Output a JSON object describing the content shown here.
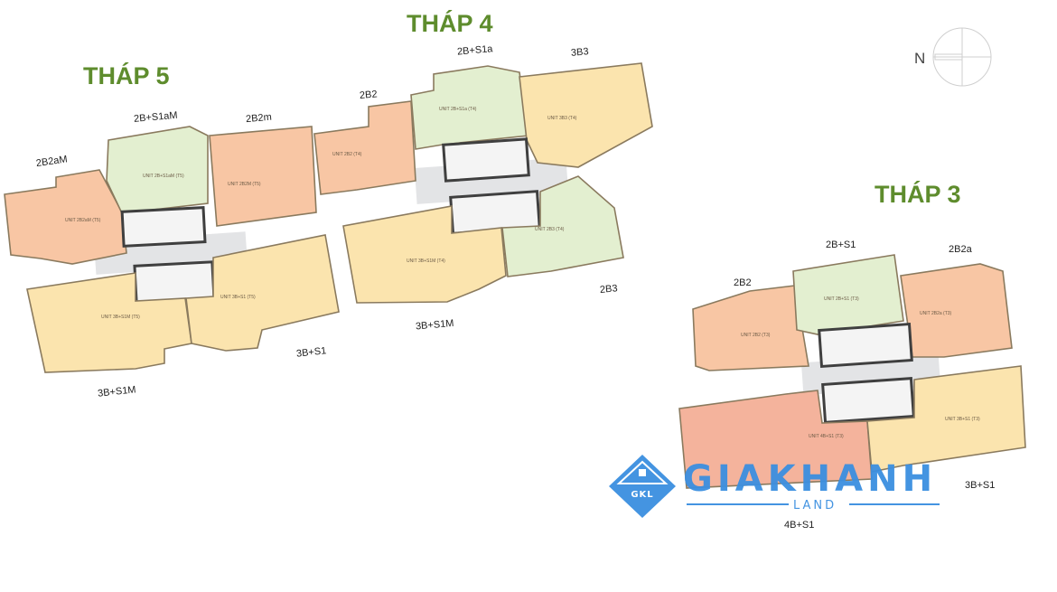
{
  "colors": {
    "title": "#5e8c2d",
    "unit_orange": "#f8c6a4",
    "unit_green": "#e3efd0",
    "unit_yellow": "#fbe4ae",
    "unit_red": "#f4b39c",
    "logo_blue": "#3b8fe0"
  },
  "compass": {
    "north_label": "N"
  },
  "towers": {
    "t5": {
      "title": "THÁP 5",
      "units": [
        {
          "label": "2B2aM",
          "unit_text": "UNIT 2B2aM (T5)"
        },
        {
          "label": "2B+S1aM",
          "unit_text": "UNIT 2B+S1aM (T5)"
        },
        {
          "label": "2B2m",
          "unit_text": "UNIT 2B2M (T5)"
        },
        {
          "label": "3B+S1M",
          "unit_text": "UNIT 3B+S1M (T5)"
        },
        {
          "label": "3B+S1",
          "unit_text": "UNIT 3B+S1 (T5)"
        }
      ]
    },
    "t4": {
      "title": "THÁP 4",
      "units": [
        {
          "label": "2B2",
          "unit_text": "UNIT 2B2 (T4)"
        },
        {
          "label": "2B+S1a",
          "unit_text": "UNIT 2B+S1a (T4)"
        },
        {
          "label": "3B3",
          "unit_text": "UNIT 3B3 (T4)"
        },
        {
          "label": "3B+S1M",
          "unit_text": "UNIT 3B+S1M (T4)"
        },
        {
          "label": "2B3",
          "unit_text": "UNIT 2B3 (T4)"
        }
      ]
    },
    "t3": {
      "title": "THÁP 3",
      "units": [
        {
          "label": "2B2",
          "unit_text": "UNIT 2B2 (T3)"
        },
        {
          "label": "2B+S1",
          "unit_text": "UNIT 2B+S1 (T3)"
        },
        {
          "label": "2B2a",
          "unit_text": "UNIT 2B2a (T3)"
        },
        {
          "label": "4B+S1",
          "unit_text": "UNIT 4B+S1 (T3)"
        },
        {
          "label": "3B+S1",
          "unit_text": "UNIT 3B+S1 (T3)"
        }
      ]
    }
  },
  "watermark": {
    "emblem_text": "GKL",
    "name": "GIAKHANH",
    "sub": "LAND"
  }
}
